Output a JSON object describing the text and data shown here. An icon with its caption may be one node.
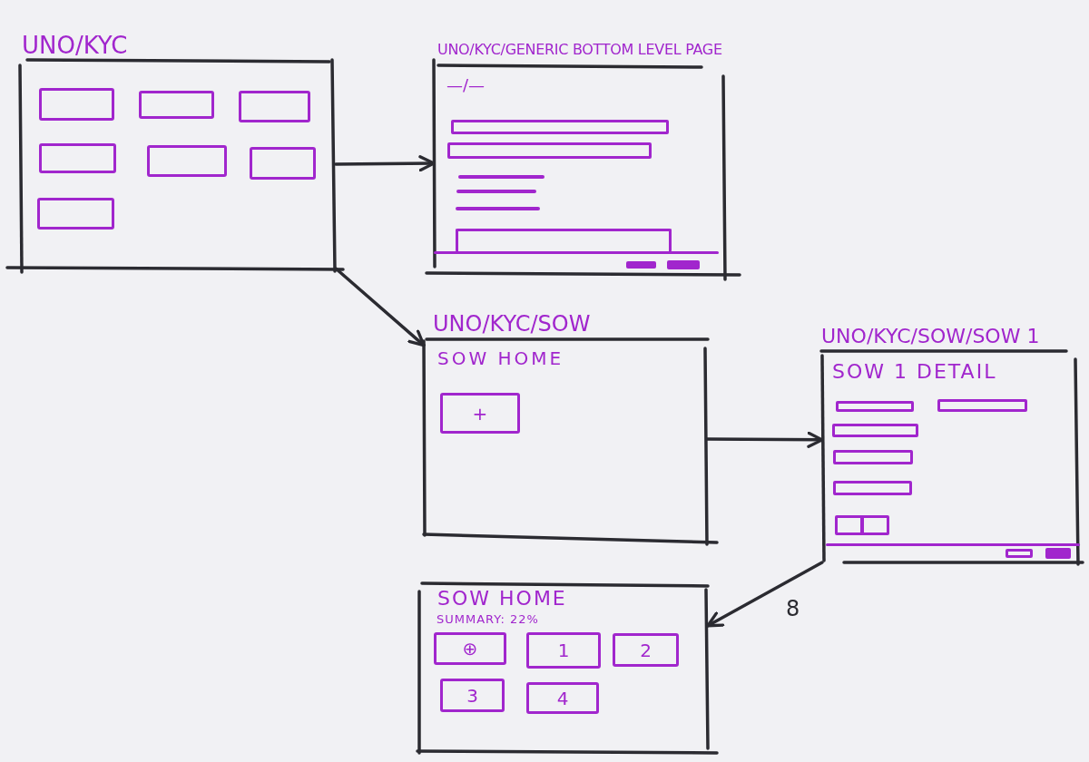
{
  "diagram": {
    "nodes": [
      {
        "text": [
          "UNO/KYC"
        ]
      },
      {
        "text": [],
        "shape": "box",
        "in": 0
      },
      {
        "text": [],
        "shape": "box",
        "in": 0
      },
      {
        "text": [],
        "shape": "box",
        "in": 0
      },
      {
        "text": [],
        "shape": "box",
        "in": 0
      },
      {
        "text": [],
        "shape": "box",
        "in": 0
      },
      {
        "text": [],
        "shape": "box",
        "in": 0
      },
      {
        "text": [],
        "shape": "box",
        "in": 0
      },
      {
        "text": [
          "UNO/KYC/GENERIC BOTTOM LEVEL PAGE",
          "—/—"
        ]
      },
      {
        "text": [
          "UNO/KYC/SOW",
          "SOW HOME"
        ]
      },
      {
        "text": [
          "+"
        ],
        "in": 9
      },
      {
        "text": [
          "UNO/KYC/SOW/SOW 1",
          "SOW 1 DETAIL"
        ]
      },
      {
        "text": [
          "SOW HOME",
          "SUMMARY: 22%"
        ]
      },
      {
        "text": [
          "⊕"
        ],
        "in": 12
      },
      {
        "text": [
          "1"
        ],
        "in": 12
      },
      {
        "text": [
          "2"
        ],
        "in": 12
      },
      {
        "text": [
          "3"
        ],
        "in": 12
      },
      {
        "text": [
          "4"
        ],
        "in": 12
      }
    ],
    "edges": [
      {
        "from": 0,
        "to": 8,
        "arrow": "to"
      },
      {
        "from": 0,
        "to": 9,
        "arrow": "to"
      },
      {
        "from": 9,
        "to": 11,
        "arrow": "to"
      },
      {
        "from": 11,
        "to": 12,
        "arrow": "to",
        "label": "8"
      }
    ]
  }
}
